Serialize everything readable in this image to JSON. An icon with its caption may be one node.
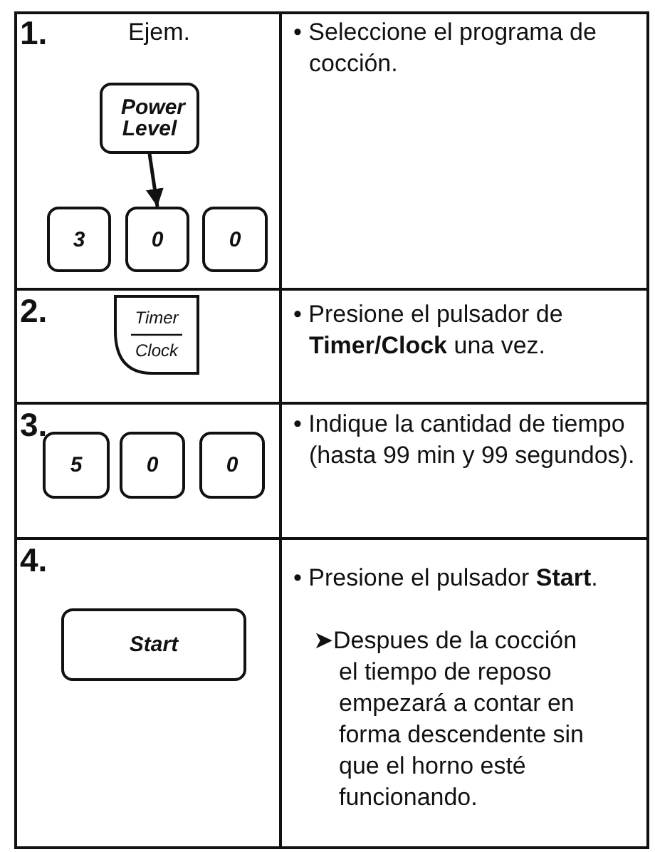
{
  "diagram": {
    "nodes": [
      {
        "text": [
          "Power Level"
        ]
      },
      {
        "text": [
          "3"
        ]
      },
      {
        "text": [
          "0"
        ]
      },
      {
        "text": [
          "0"
        ]
      },
      {
        "text": [
          "Timer",
          "Clock"
        ]
      },
      {
        "text": [
          "5"
        ]
      },
      {
        "text": [
          "0"
        ]
      },
      {
        "text": [
          "0"
        ]
      },
      {
        "text": [
          "Start"
        ]
      }
    ],
    "edges": [
      {
        "from": 0,
        "to": 2,
        "arrow": "to"
      }
    ],
    "labels": [
      "1.",
      "Ejem.",
      "• Seleccione el programa de cocción.",
      "2.",
      "• Presione el pulsador de **Timer/Clock** una vez.",
      "3.",
      "• Indique la cantidad de tiempo (hasta 99 min y 99 segundos).",
      "4.",
      "• Presione el pulsador **Start**.",
      "➤Despues de la cocción el tiempo de reposo empezará a contar en forma descendente sin que el horno esté funcionando."
    ]
  }
}
